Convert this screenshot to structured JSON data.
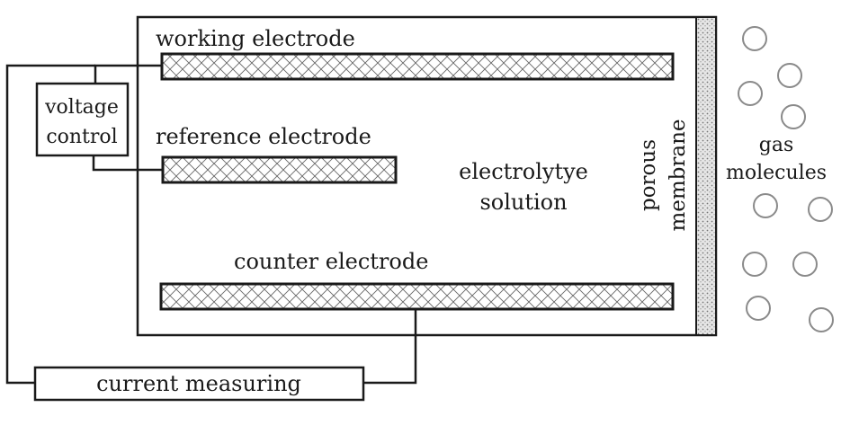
{
  "labels": {
    "working_electrode": "working electrode",
    "reference_electrode": "reference electrode",
    "counter_electrode": "counter electrode",
    "voltage_control_line1": "voltage",
    "voltage_control_line2": "control",
    "electrolyte_line1": "electrolytye",
    "electrolyte_line2": "solution",
    "membrane_line1": "porous",
    "membrane_line2": "membrane",
    "gas_line1": "gas",
    "gas_line2": "molecules",
    "current_measuring": "current measuring"
  },
  "colors": {
    "line": "#1a1a1a",
    "hatch": "#555555",
    "membrane_fill": "#d9d9d9",
    "background": "#ffffff"
  }
}
